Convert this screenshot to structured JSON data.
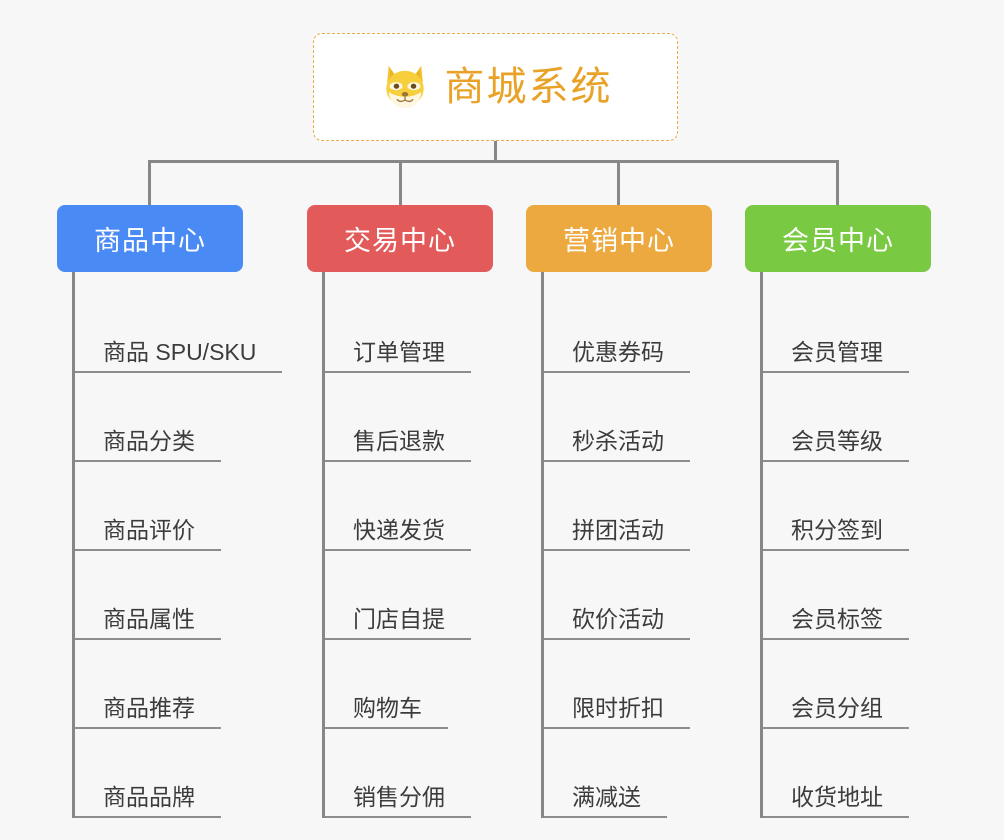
{
  "root": {
    "title": "商城系统",
    "icon": "shiba-dog-face-icon",
    "text_color": "#e8a227",
    "border_color": "#e9ab49",
    "background": "#ffffff"
  },
  "canvas": {
    "background": "#f7f7f7",
    "connector_color": "#878787"
  },
  "categories": [
    {
      "label": "商品中心",
      "color": "#4a8af4",
      "items": [
        "商品 SPU/SKU",
        "商品分类",
        "商品评价",
        "商品属性",
        "商品推荐",
        "商品品牌"
      ]
    },
    {
      "label": "交易中心",
      "color": "#e25a5a",
      "items": [
        "订单管理",
        "售后退款",
        "快递发货",
        "门店自提",
        "购物车",
        "销售分佣"
      ]
    },
    {
      "label": "营销中心",
      "color": "#eba93f",
      "items": [
        "优惠券码",
        "秒杀活动",
        "拼团活动",
        "砍价活动",
        "限时折扣",
        "满减送"
      ]
    },
    {
      "label": "会员中心",
      "color": "#7ac943",
      "items": [
        "会员管理",
        "会员等级",
        "积分签到",
        "会员标签",
        "会员分组",
        "收货地址"
      ]
    }
  ]
}
